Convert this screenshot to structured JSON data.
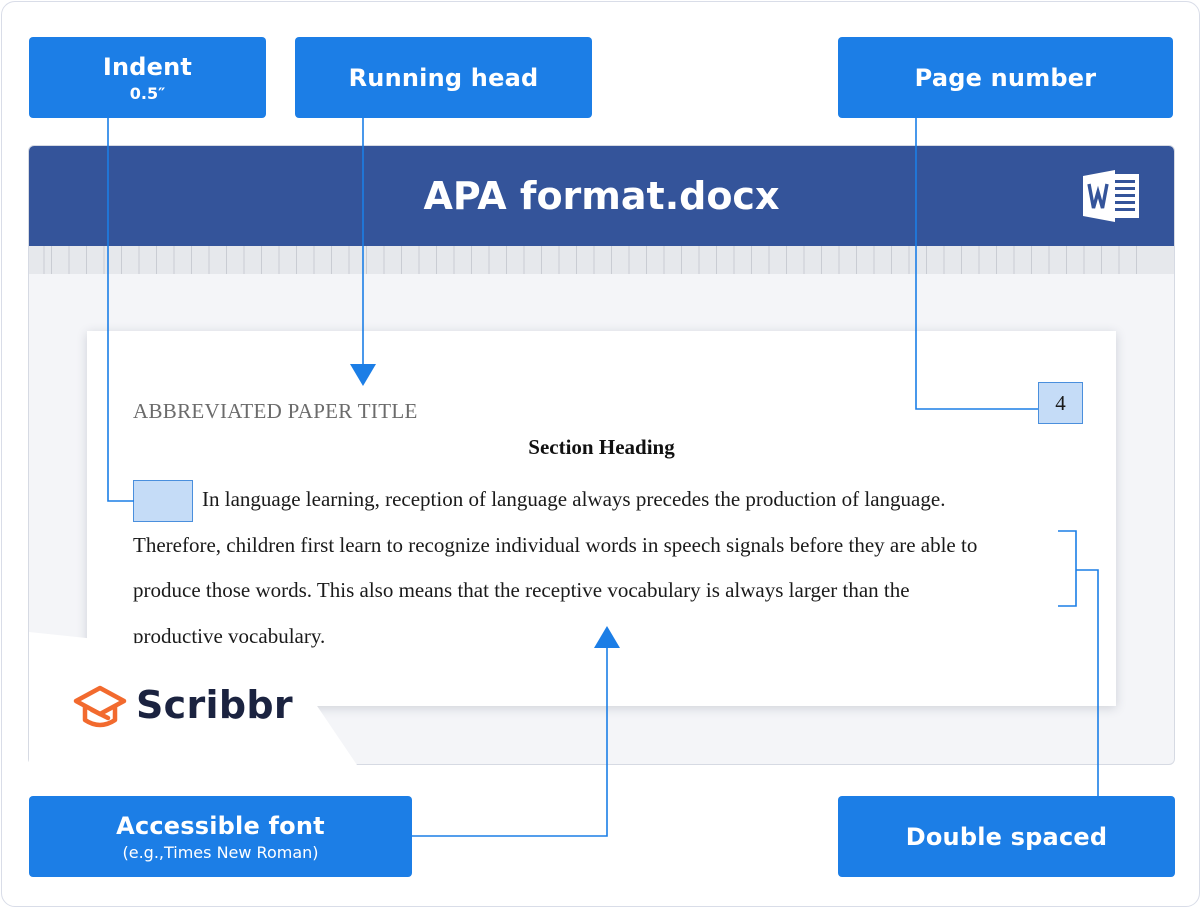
{
  "callouts": {
    "indent": {
      "label": "Indent",
      "value": "0.5″"
    },
    "running_head": {
      "label": "Running head"
    },
    "page_number": {
      "label": "Page number"
    },
    "accessible_font": {
      "label": "Accessible font",
      "example": "(e.g.,Times New Roman)"
    },
    "double_spaced": {
      "label": "Double spaced"
    }
  },
  "window": {
    "title": "APA format.docx",
    "app_icon": "word-icon"
  },
  "document": {
    "running_head": "ABBREVIATED PAPER TITLE",
    "page_number": "4",
    "section_heading": "Section Heading",
    "paragraph_lines": [
      "In language learning, reception of language always precedes the production of language.",
      "Therefore, children first learn to recognize individual words in speech signals before they are able to",
      "produce those words. This also means that the receptive vocabulary is always larger than the",
      "productive vocabulary."
    ]
  },
  "brand": {
    "name": "Scribbr",
    "icon": "graduation-cap-icon"
  },
  "colors": {
    "callout": "#1c7ee6",
    "titlebar": "#34549a",
    "highlight_fill": "#c5dcf7",
    "highlight_border": "#4a8fdd",
    "brand_accent": "#f26a2e"
  }
}
